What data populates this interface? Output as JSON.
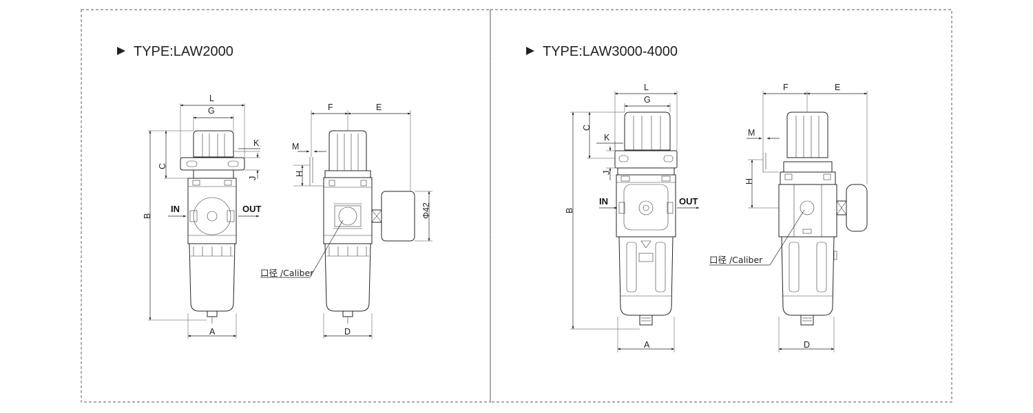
{
  "panels": [
    {
      "title": "TYPE:LAW2000"
    },
    {
      "title": "TYPE:LAW3000-4000"
    }
  ],
  "labels": {
    "A": "A",
    "B": "B",
    "C": "C",
    "D": "D",
    "E": "E",
    "F": "F",
    "G": "G",
    "H": "H",
    "J": "J",
    "K": "K",
    "L": "L",
    "M": "M",
    "in": "IN",
    "out": "OUT",
    "phi42": "Φ42",
    "caliber": "口径 /Caliber"
  },
  "colors": {
    "line": "#222222",
    "frame": "#777777",
    "background": "#ffffff"
  }
}
